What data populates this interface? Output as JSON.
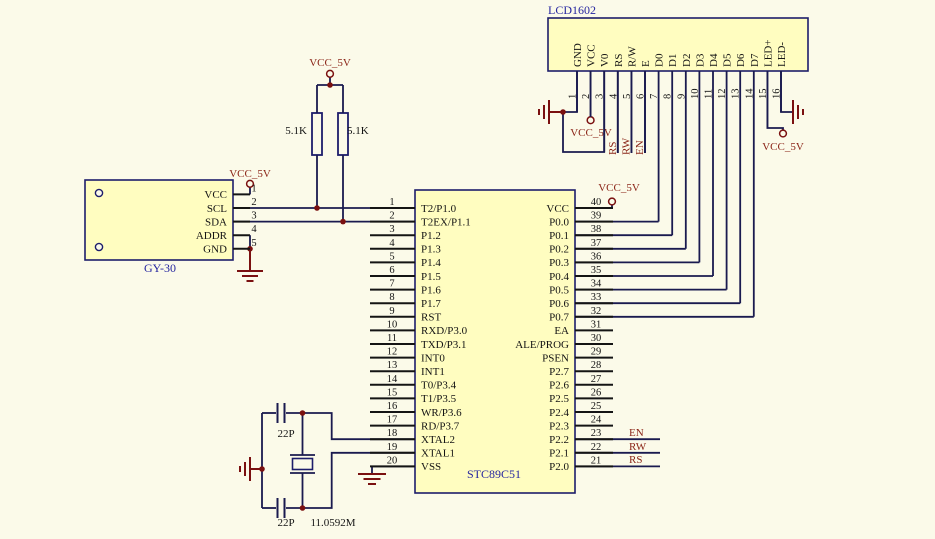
{
  "schematic": {
    "power_net": "VCC_5V",
    "nets": {
      "rs": "RS",
      "rw": "RW",
      "en": "EN"
    },
    "colors": {
      "background": "#fbfae9",
      "component_fill": "#fffdc0",
      "component_border": "#1d1d6b",
      "wire": "#1a1a4f",
      "pin_stub": "#141414",
      "symbol_maroon": "#7a1010",
      "net_label_text": "#8b2518",
      "component_name_blue": "#2626a0"
    }
  },
  "lcd": {
    "name": "LCD1602",
    "pins": [
      {
        "num": "1",
        "label": "GND"
      },
      {
        "num": "2",
        "label": "VCC"
      },
      {
        "num": "3",
        "label": "V0"
      },
      {
        "num": "4",
        "label": "RS"
      },
      {
        "num": "5",
        "label": "R/W"
      },
      {
        "num": "6",
        "label": "E"
      },
      {
        "num": "7",
        "label": "D0"
      },
      {
        "num": "8",
        "label": "D1"
      },
      {
        "num": "9",
        "label": "D2"
      },
      {
        "num": "10",
        "label": "D3"
      },
      {
        "num": "11",
        "label": "D4"
      },
      {
        "num": "12",
        "label": "D5"
      },
      {
        "num": "13",
        "label": "D6"
      },
      {
        "num": "14",
        "label": "D7"
      },
      {
        "num": "15",
        "label": "LED+"
      },
      {
        "num": "16",
        "label": "LED-"
      }
    ]
  },
  "sensor": {
    "name": "GY-30",
    "pins": [
      {
        "num": "1",
        "label": "VCC"
      },
      {
        "num": "2",
        "label": "SCL"
      },
      {
        "num": "3",
        "label": "SDA"
      },
      {
        "num": "4",
        "label": "ADDR"
      },
      {
        "num": "5",
        "label": "GND"
      }
    ]
  },
  "mcu": {
    "name": "STC89C51",
    "left_pins": [
      {
        "num": "1",
        "label": "T2/P1.0"
      },
      {
        "num": "2",
        "label": "T2EX/P1.1"
      },
      {
        "num": "3",
        "label": "P1.2"
      },
      {
        "num": "4",
        "label": "P1.3"
      },
      {
        "num": "5",
        "label": "P1.4"
      },
      {
        "num": "6",
        "label": "P1.5"
      },
      {
        "num": "7",
        "label": "P1.6"
      },
      {
        "num": "8",
        "label": "P1.7"
      },
      {
        "num": "9",
        "label": "RST"
      },
      {
        "num": "10",
        "label": "RXD/P3.0"
      },
      {
        "num": "11",
        "label": "TXD/P3.1"
      },
      {
        "num": "12",
        "label": "INT0"
      },
      {
        "num": "13",
        "label": "INT1"
      },
      {
        "num": "14",
        "label": "T0/P3.4"
      },
      {
        "num": "15",
        "label": "T1/P3.5"
      },
      {
        "num": "16",
        "label": "WR/P3.6"
      },
      {
        "num": "17",
        "label": "RD/P3.7"
      },
      {
        "num": "18",
        "label": "XTAL2"
      },
      {
        "num": "19",
        "label": "XTAL1"
      },
      {
        "num": "20",
        "label": "VSS"
      }
    ],
    "right_pins": [
      {
        "num": "40",
        "label": "VCC"
      },
      {
        "num": "39",
        "label": "P0.0"
      },
      {
        "num": "38",
        "label": "P0.1"
      },
      {
        "num": "37",
        "label": "P0.2"
      },
      {
        "num": "36",
        "label": "P0.3"
      },
      {
        "num": "35",
        "label": "P0.4"
      },
      {
        "num": "34",
        "label": "P0.5"
      },
      {
        "num": "33",
        "label": "P0.6"
      },
      {
        "num": "32",
        "label": "P0.7"
      },
      {
        "num": "31",
        "label": "EA"
      },
      {
        "num": "30",
        "label": "ALE/PROG"
      },
      {
        "num": "29",
        "label": "PSEN"
      },
      {
        "num": "28",
        "label": "P2.7"
      },
      {
        "num": "27",
        "label": "P2.6"
      },
      {
        "num": "26",
        "label": "P2.5"
      },
      {
        "num": "25",
        "label": "P2.4"
      },
      {
        "num": "24",
        "label": "P2.3"
      },
      {
        "num": "23",
        "label": "P2.2"
      },
      {
        "num": "22",
        "label": "P2.1"
      },
      {
        "num": "21",
        "label": "P2.0"
      }
    ]
  },
  "resistors": [
    {
      "value": "5.1K"
    },
    {
      "value": "5.1K"
    }
  ],
  "capacitors": [
    {
      "value": "22P"
    },
    {
      "value": "22P"
    }
  ],
  "crystal": {
    "value": "11.0592M"
  }
}
